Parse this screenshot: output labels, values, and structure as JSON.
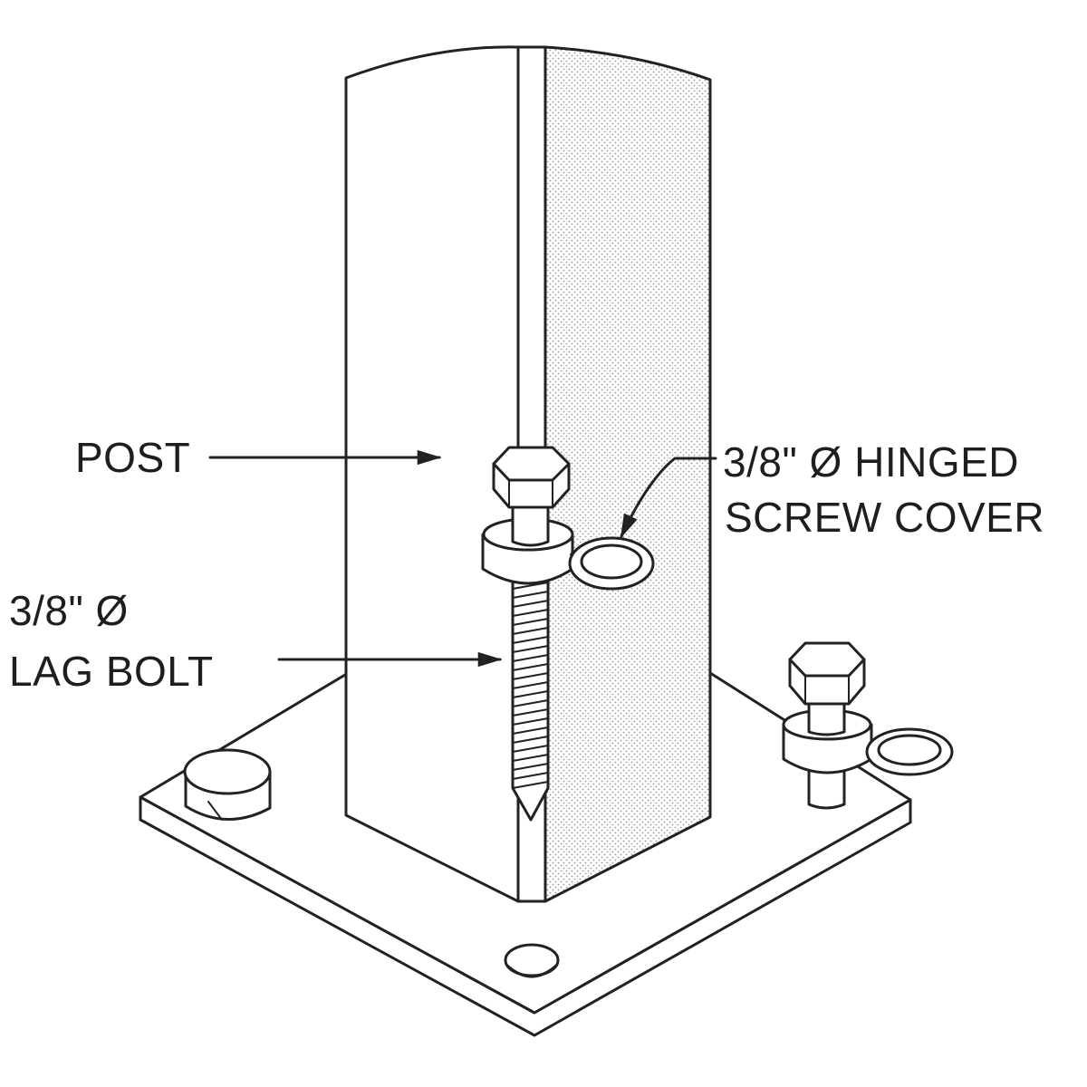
{
  "labels": {
    "post": "POST",
    "hinged_cover_line1": "3/8\" Ø HINGED",
    "hinged_cover_line2": "SCREW COVER",
    "lag_bolt_line1": "3/8\" Ø",
    "lag_bolt_line2": "LAG BOLT"
  },
  "colors": {
    "line": "#222222",
    "stipple": "#9a9a9a",
    "background": "#ffffff"
  }
}
